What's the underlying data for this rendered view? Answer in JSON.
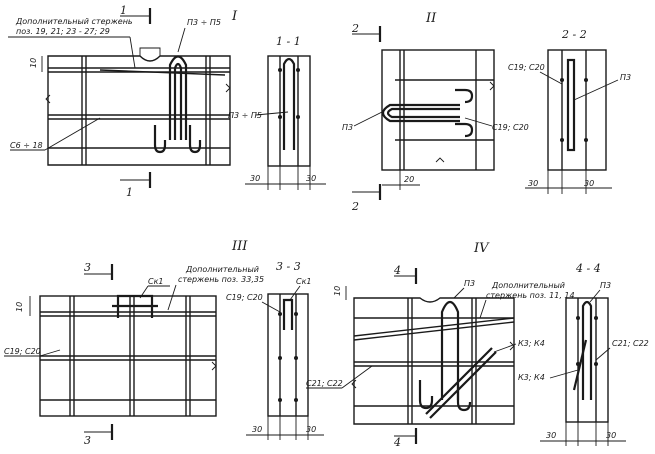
{
  "colors": {
    "ink": "#1a1a1a",
    "paper": "#ffffff"
  },
  "panel_I": {
    "title": "I",
    "note_line1": "Дополнительный стержень",
    "note_line2": "поз. 19, 21; 23 - 27; 29",
    "label_P3P5": "П3 ÷ П5",
    "label_S6S18": "С6 ÷ 18",
    "dim_10": "10",
    "cut_marker": "1"
  },
  "section_1_1": {
    "title": "1 - 1",
    "label_P3P5": "П3 ÷ П5",
    "dim_left": "30",
    "dim_right": "30"
  },
  "panel_II": {
    "title": "II",
    "label_P3": "П3",
    "label_C19C20": "С19; С20",
    "dim_20": "20",
    "cut_marker": "2"
  },
  "section_2_2": {
    "title": "2 - 2",
    "label_C19C20": "С19; С20",
    "label_P3": "П3",
    "dim_left": "30",
    "dim_right": "30"
  },
  "panel_III": {
    "title": "III",
    "label_Sk1": "Ск1",
    "note_line1": "Дополнительный",
    "note_line2": "стержень поз. 33,35",
    "label_C19C20": "С19; С20",
    "dim_10": "10",
    "cut_marker": "3"
  },
  "section_3_3": {
    "title": "3 - 3",
    "label_C19C20": "С19; С20",
    "label_Sk1": "Ск1",
    "dim_left": "30",
    "dim_right": "30"
  },
  "panel_IV": {
    "title": "IV",
    "label_P3": "П3",
    "note_line1": "Дополнительный",
    "note_line2": "стержень поз. 11, 14",
    "label_K3K4": "К3; К4",
    "label_C21C22": "С21; С22",
    "dim_10": "10",
    "cut_marker": "4"
  },
  "section_4_4": {
    "title": "4 - 4",
    "label_P3": "П3",
    "label_K3K4": "К3; К4",
    "label_C21C22": "С21; С22",
    "dim_left": "30",
    "dim_right": "30"
  }
}
